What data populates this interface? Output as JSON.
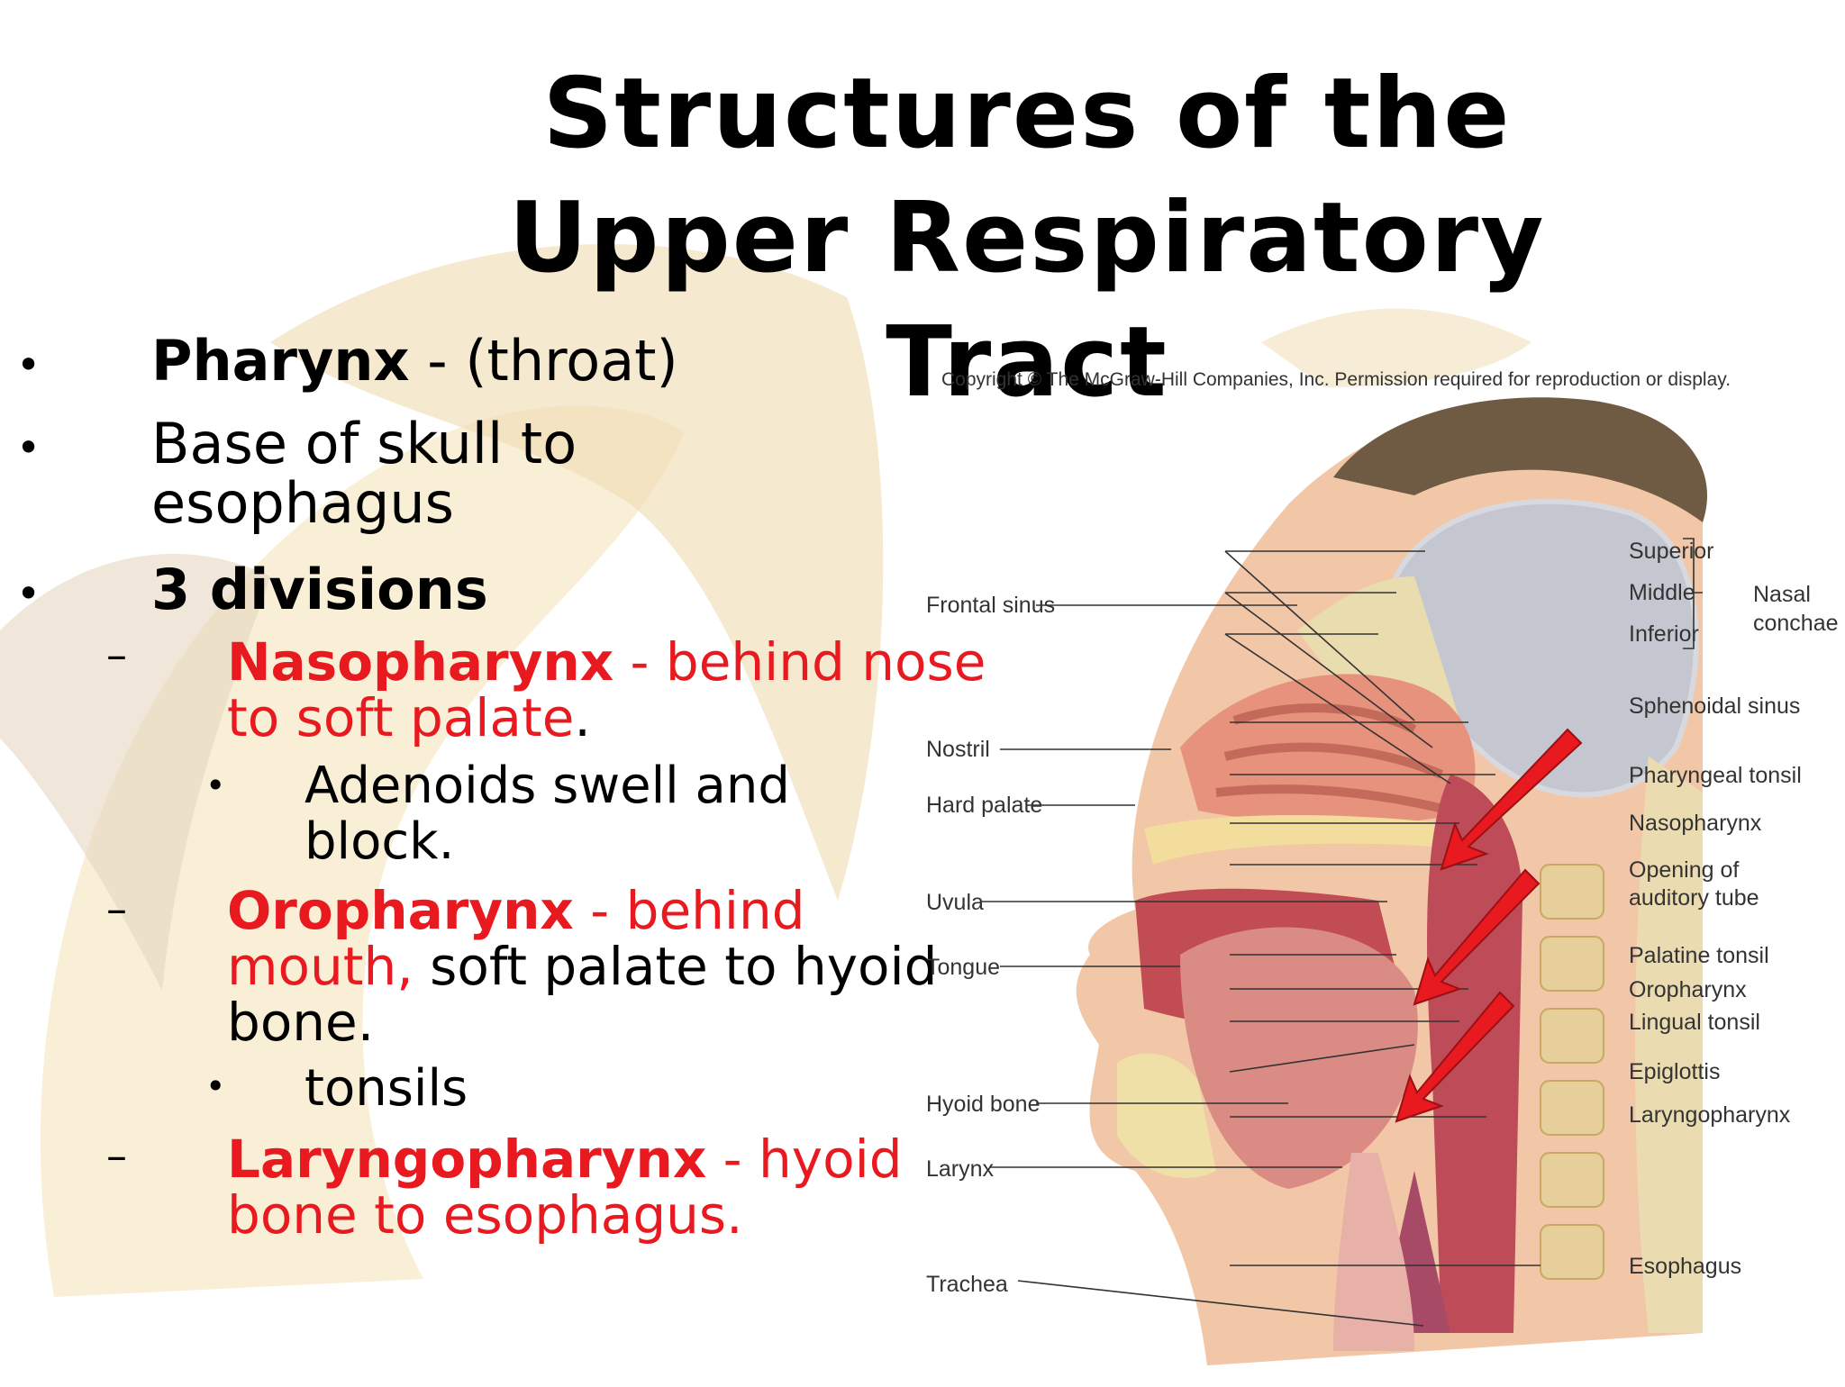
{
  "title": "Structures of the Upper Respiratory Tract",
  "bullets": {
    "b1_bold": "Pharynx",
    "b1_rest": " - (throat)",
    "b2_l1": "Base of skull to",
    "b2_l2": "esophagus",
    "b3": "3 divisions",
    "naso_bold": "Nasopharynx",
    "naso_rest_l1": " - behind nose",
    "naso_rest_l2": "to soft palate",
    "naso_period": ".",
    "adenoids_l1": "Adenoids swell and",
    "adenoids_l2": "block.",
    "oro_bold": "Oropharynx",
    "oro_rest_l1": " - behind",
    "oro_red_l2": "mouth,",
    "oro_black_l2": " soft palate to hyoid",
    "oro_l3": "bone.",
    "tonsils": "tonsils",
    "laryngo_bold": "Laryngopharynx",
    "laryngo_rest_l1": " - hyoid",
    "laryngo_rest_l2": "bone to esophagus."
  },
  "diagram": {
    "copyright": "Copyright © The McGraw-Hill Companies, Inc. Permission required for reproduction or display.",
    "left_labels": [
      "Frontal sinus",
      "Nostril",
      "Hard palate",
      "Uvula",
      "Tongue",
      "Hyoid bone",
      "Larynx",
      "Trachea"
    ],
    "right_labels": [
      "Superior",
      "Middle",
      "Inferior",
      "Sphenoidal sinus",
      "Pharyngeal tonsil",
      "Nasopharynx",
      "Opening of",
      "auditory tube",
      "Palatine tonsil",
      "Oropharynx",
      "Lingual tonsil",
      "Epiglottis",
      "Laryngopharynx",
      "Esophagus"
    ],
    "conchae_l1": "Nasal",
    "conchae_l2": "conchae"
  },
  "colors": {
    "emphasis": "#e8191f",
    "arrow": "#e8191f",
    "background_motif": "#f6e8c4"
  }
}
